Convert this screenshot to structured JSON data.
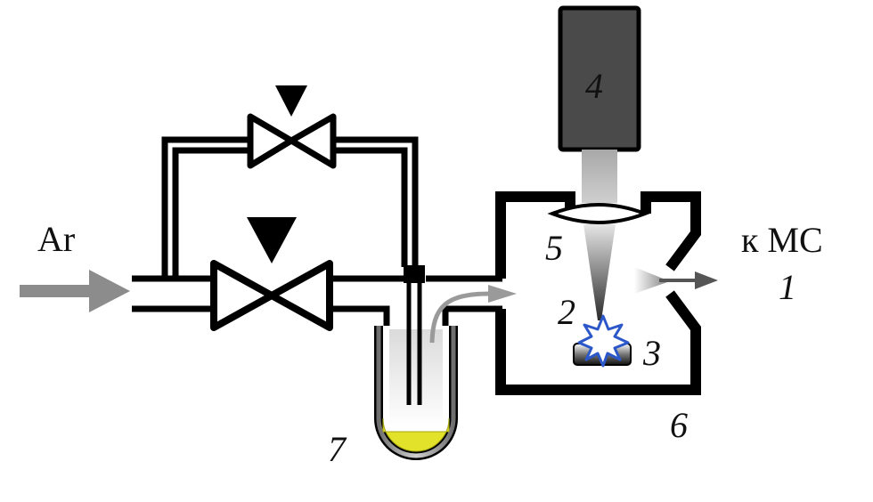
{
  "labels": {
    "gas": "Ar",
    "outlet": "к МС",
    "outlet_number": "1",
    "plasma_number": "2",
    "target_number": "3",
    "laser_number": "4",
    "lens_number": "5",
    "chamber_number": "6",
    "vessel_number": "7"
  },
  "colors": {
    "pipe": "#000000",
    "laser_body": "#4a4a4a",
    "flow_arrow": "#8c8c8c",
    "liquid": "#e2e22a",
    "spark": "#2b57c8"
  }
}
